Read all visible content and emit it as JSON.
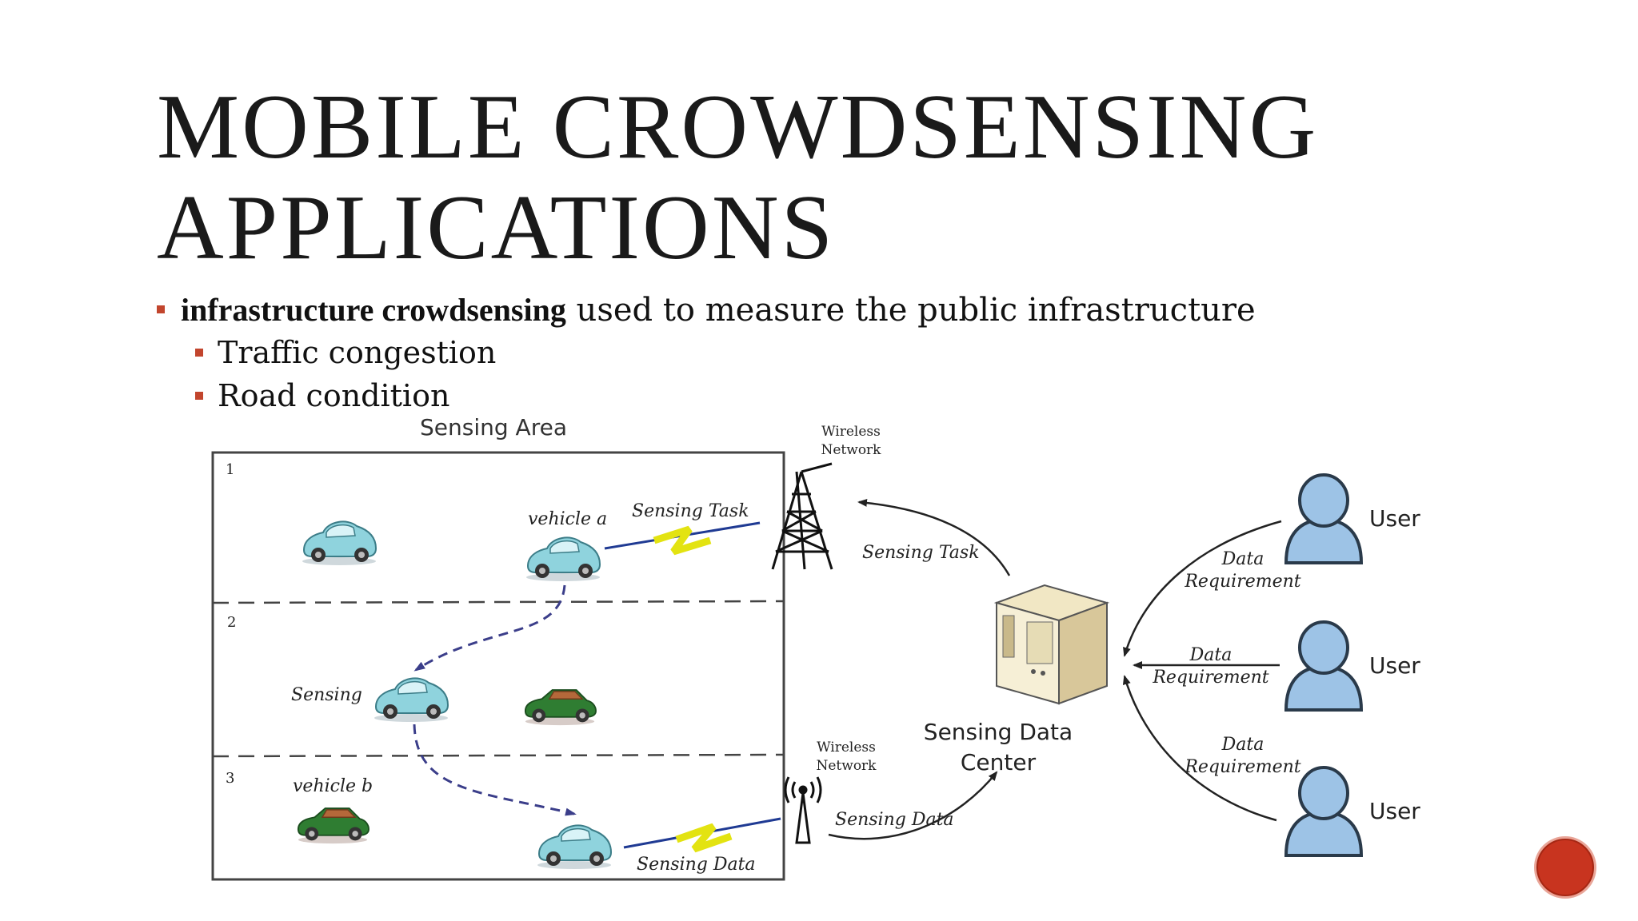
{
  "slide": {
    "title_line1": "MOBILE CROWDSENSING",
    "title_line2": "APPLICATIONS",
    "bullet_bold": "infrastructure crowdsensing",
    "bullet_rest": " used to measure the public infrastructure",
    "sub_bullets": [
      "Traffic congestion",
      "Road condition"
    ]
  },
  "diagram": {
    "area_title": "Sensing Area",
    "zones": [
      "1",
      "2",
      "3"
    ],
    "vehicle_a": "vehicle a",
    "vehicle_b": "vehicle b",
    "sensing_label": "Sensing",
    "sensing_task": "Sensing Task",
    "sensing_data": "Sensing Data",
    "wireless_top": [
      "Wireless",
      "Network"
    ],
    "wireless_bottom": [
      "Wireless",
      "Network"
    ],
    "sensing_task_arrow": "Sensing Task",
    "sensing_data_arrow": "Sensing Data",
    "center_label": [
      "Sensing Data",
      "Center"
    ],
    "users": [
      "User",
      "User",
      "User"
    ],
    "data_requirement": [
      [
        "Data",
        "Requirement"
      ],
      [
        "Data",
        "Requirement"
      ],
      [
        "Data",
        "Requirement"
      ]
    ]
  },
  "colors": {
    "accent": "#c2452d",
    "car_blue": "#8fd3dd",
    "car_green": "#2f7d32",
    "user": "#9dc3e6"
  }
}
